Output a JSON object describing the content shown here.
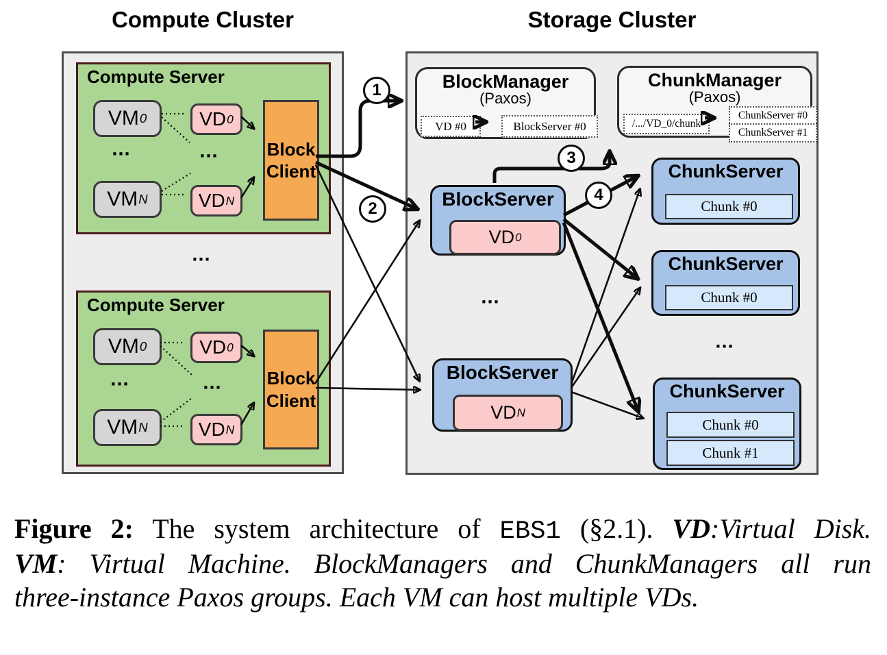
{
  "ellipsis": "...",
  "colors": {
    "green": "#aad592",
    "pink": "#fbcaca",
    "orange": "#f6a953",
    "vm-gray": "#d5d5d5",
    "blue": "#a6c3e7",
    "chunk-blue": "#d6e8fc",
    "cluster-bg": "#ededed",
    "manager-bg": "#f6f6f6",
    "border-dark": "#4f4f4f",
    "border-maroon": "#4a1d1d",
    "border-black": "#111111"
  },
  "compute_cluster": {
    "title": "Compute Cluster",
    "servers": [
      {
        "title": "Compute Server",
        "vm0": {
          "base": "VM",
          "sub": "0"
        },
        "vmN": {
          "base": "VM",
          "sub": "N"
        },
        "vd0": {
          "base": "VD",
          "sub": "0"
        },
        "vdN": {
          "base": "VD",
          "sub": "N"
        },
        "block_client": "Block Client"
      },
      {
        "title": "Compute Server",
        "vm0": {
          "base": "VM",
          "sub": "0"
        },
        "vmN": {
          "base": "VM",
          "sub": "N"
        },
        "vd0": {
          "base": "VD",
          "sub": "0"
        },
        "vdN": {
          "base": "VD",
          "sub": "N"
        },
        "block_client": "Block Client"
      }
    ]
  },
  "storage_cluster": {
    "title": "Storage Cluster",
    "block_manager": {
      "title": "BlockManager",
      "subtitle": "(Paxos)",
      "mapping_key": "VD #0",
      "mapping_value": "BlockServer #0"
    },
    "chunk_manager": {
      "title": "ChunkManager",
      "subtitle": "(Paxos)",
      "mapping_key": "/.../VD_0/chunk",
      "mapping_values": [
        "ChunkServer #0",
        "ChunkServer #1"
      ]
    },
    "block_servers": [
      {
        "title": "BlockServer",
        "vd": {
          "base": "VD",
          "sub": "0"
        }
      },
      {
        "title": "BlockServer",
        "vd": {
          "base": "VD",
          "sub": "N"
        }
      }
    ],
    "chunk_servers": [
      {
        "title": "ChunkServer",
        "chunks": [
          "Chunk #0"
        ]
      },
      {
        "title": "ChunkServer",
        "chunks": [
          "Chunk #0"
        ]
      },
      {
        "title": "ChunkServer",
        "chunks": [
          "Chunk #0",
          "Chunk #1"
        ]
      }
    ]
  },
  "steps": [
    "1",
    "2",
    "3",
    "4"
  ],
  "caption": {
    "line1": {
      "label": "Figure 2:",
      "text": "The system architecture of",
      "code": "EBS1",
      "text2": "(§2.1).",
      "abbr": "VD",
      "def": ":Virtual Disk."
    },
    "line2": {
      "abbr": "VM",
      "text": ": Virtual Machine. BlockManagers and ChunkManagers all run"
    },
    "line3": {
      "text": "three-instance Paxos groups. Each VM can host multiple VDs."
    }
  }
}
